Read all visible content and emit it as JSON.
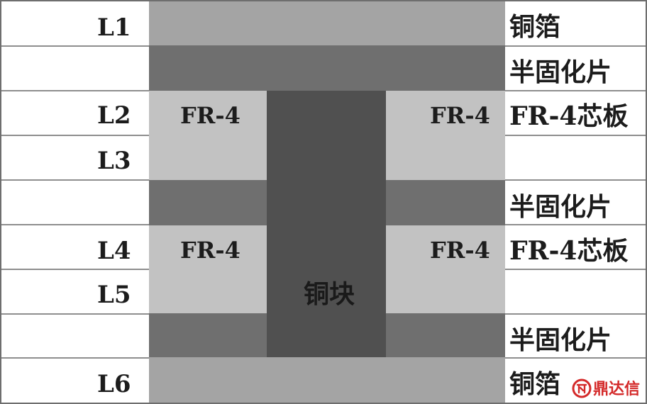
{
  "rows": [
    {
      "layer": "L1",
      "material": "铜箔",
      "fill": "#a4a4a4"
    },
    {
      "layer": "",
      "material": "半固化片",
      "fill": "#6f6f6f"
    },
    {
      "layer": "L2",
      "material": "FR-4芯板",
      "fill": "#c2c2c2"
    },
    {
      "layer": "L3",
      "material": "",
      "fill": "#c2c2c2"
    },
    {
      "layer": "",
      "material": "半固化片",
      "fill": "#6f6f6f"
    },
    {
      "layer": "L4",
      "material": "FR-4芯板",
      "fill": "#c2c2c2"
    },
    {
      "layer": "L5",
      "material": "",
      "fill": "#c2c2c2"
    },
    {
      "layer": "",
      "material": "半固化片",
      "fill": "#6f6f6f"
    },
    {
      "layer": "L6",
      "material": "铜箔",
      "fill": "#a4a4a4"
    }
  ],
  "core_labels": [
    "FR-4",
    "FR-4",
    "FR-4",
    "FR-4"
  ],
  "copper_block": {
    "label": "铜块",
    "fill": "#505050"
  },
  "logo": {
    "text": "鼎达信",
    "color": "#d42a2a"
  }
}
